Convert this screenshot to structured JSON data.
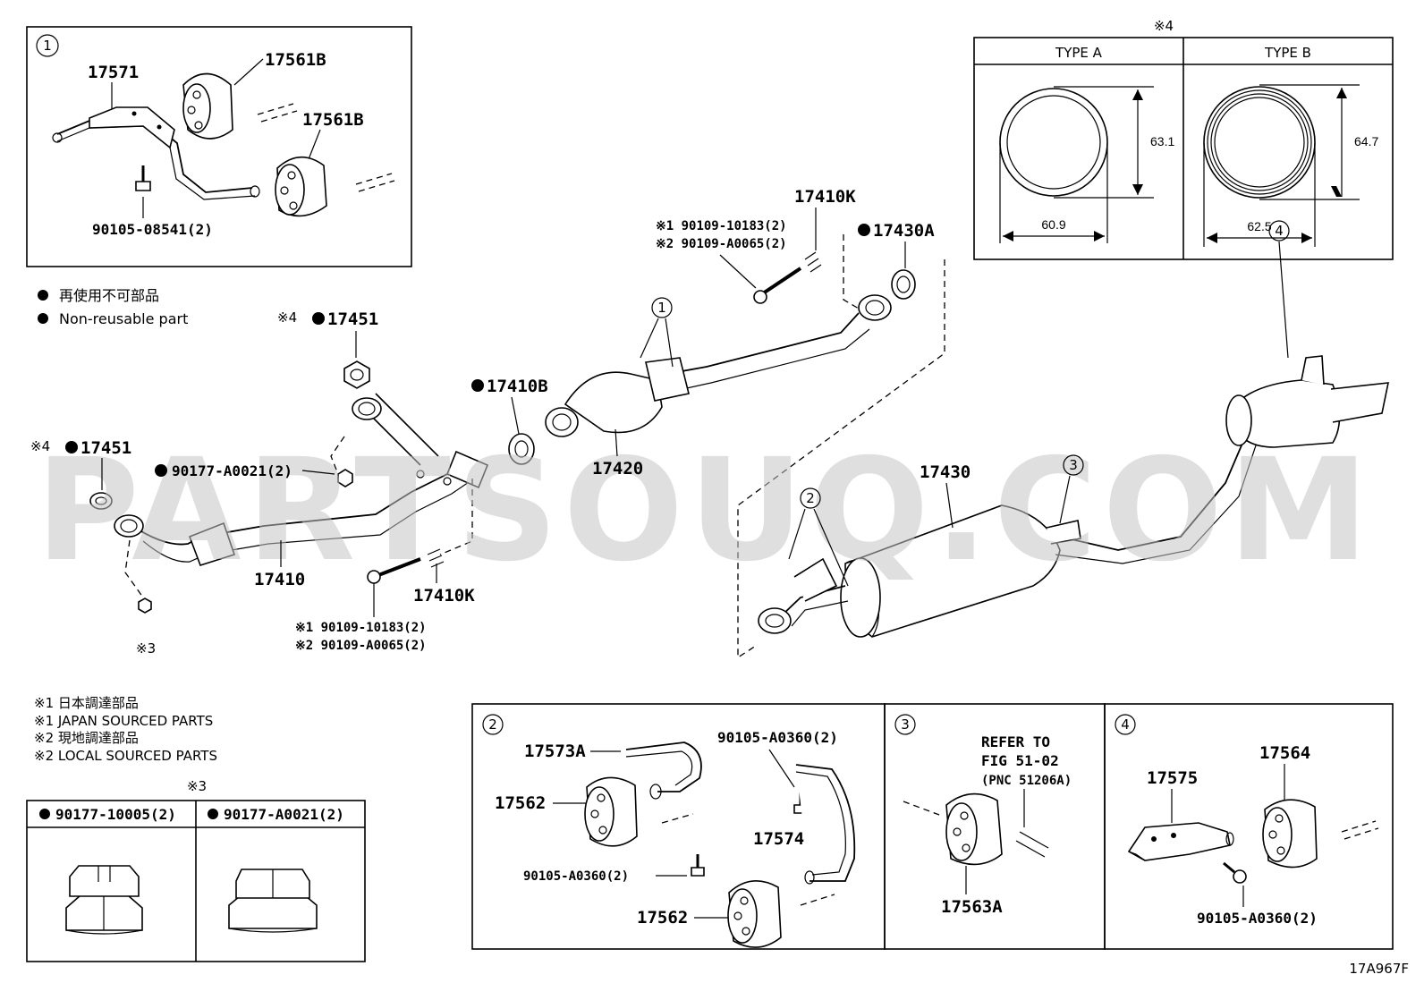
{
  "watermark": "PARTSOUQ.COM",
  "diagram_code": "17A967F",
  "legend": {
    "non_reusable_jp": "再使用不可部品",
    "non_reusable_en": "Non-reusable part"
  },
  "sourcing_notes": [
    "※1  日本調達部品",
    "※1  JAPAN SOURCED PARTS",
    "※2  現地調達部品",
    "※2  LOCAL SOURCED PARTS"
  ],
  "inset1": {
    "marker": "1",
    "labels": [
      "17571",
      "17561B",
      "17561B",
      "90105-08541(2)"
    ]
  },
  "gasket_types": {
    "note": "※4",
    "type_a": {
      "header": "TYPE A",
      "height": "63.1",
      "width": "60.9"
    },
    "type_b": {
      "header": "TYPE B",
      "height": "64.7",
      "width": "62.5"
    }
  },
  "main_labels": {
    "p17451_top": "17451",
    "p17451_top_note": "※4",
    "p17451_left": "17451",
    "p17451_left_note": "※4",
    "p90177": "90177-A0021(2)",
    "p17410": "17410",
    "p17410k_lower": "17410K",
    "bolt_lower_1": "※1  90109-10183(2)",
    "bolt_lower_2": "※2  90109-A0065(2)",
    "note3": "※3",
    "p17410b": "17410B",
    "p17420": "17420",
    "bolt_upper_1": "※1  90109-10183(2)",
    "bolt_upper_2": "※2  90109-A0065(2)",
    "p17410k_upper": "17410K",
    "p17430a": "17430A",
    "p17430": "17430",
    "callout_1": "1",
    "callout_2": "2",
    "callout_3": "3",
    "callout_4": "4"
  },
  "nut_box": {
    "note": "※3",
    "left": "90177-10005(2)",
    "right": "90177-A0021(2)"
  },
  "inset2": {
    "marker": "2",
    "labels": [
      "17573A",
      "90105-A0360(2)",
      "17562",
      "17574",
      "90105-A0360(2)",
      "17562"
    ]
  },
  "inset3": {
    "marker": "3",
    "refer_lines": [
      "REFER TO",
      "FIG 51-02",
      "(PNC 51206A)"
    ],
    "label": "17563A"
  },
  "inset4": {
    "marker": "4",
    "labels": [
      "17564",
      "17575",
      "90105-A0360(2)"
    ]
  }
}
